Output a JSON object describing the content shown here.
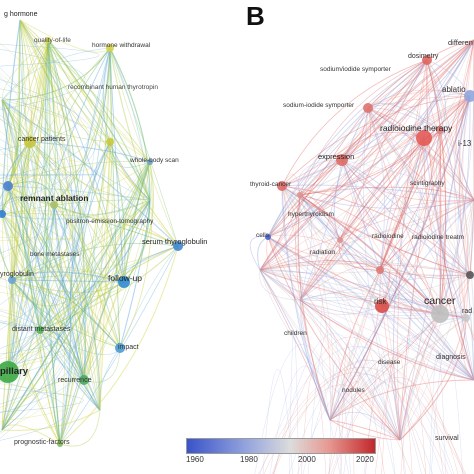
{
  "panels": {
    "b_letter": "B",
    "a_labels": [
      "g hormone",
      "quality-of-life",
      "hormone withdrawal",
      "recombinant human thyrotropin",
      "cancer patients",
      "whole-body scan",
      "remnant ablation",
      "positron-emission-tomography",
      "serum thyroglobulin",
      "bone metastases",
      "yroglobulin",
      "follow-up",
      "distant metastases",
      "impact",
      "pillary",
      "recurrence",
      "prognostic-factors"
    ],
    "b_labels": [
      "differen",
      "dosimetry",
      "sodium/iodide symporter",
      "ablatio",
      "sodium-iodide symporter",
      "radioiodine therapy",
      "i-13",
      "expression",
      "thyroid-cancer",
      "scintigraphy",
      "hyperthyroidism",
      "cells",
      "radioiodine",
      "radioiodine treatm",
      "radiation",
      "risk",
      "cancer",
      "rad",
      "children",
      "disease",
      "diagnosis",
      "nodules",
      "survival"
    ]
  },
  "legend": {
    "ticks": [
      "1960",
      "1980",
      "2000",
      "2020"
    ]
  }
}
